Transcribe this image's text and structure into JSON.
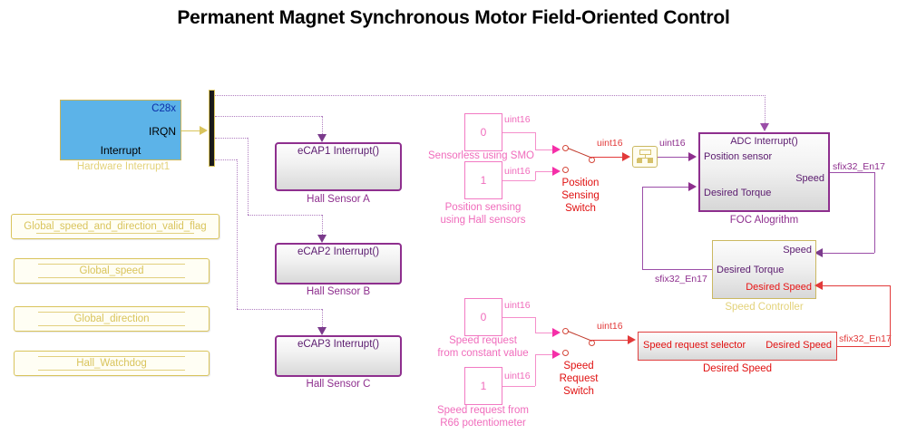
{
  "title": "Permanent Magnet Synchronous Motor Field-Oriented Control",
  "hardware_interrupt": {
    "chip_label": "C28x",
    "output_port": "IRQN",
    "block_text": "Interrupt",
    "caption": "Hardware Interrupt1"
  },
  "data_stores": [
    {
      "name": "Global_speed_and_direction_valid_flag"
    },
    {
      "name": "Global_speed"
    },
    {
      "name": "Global_direction"
    },
    {
      "name": "Hall_Watchdog"
    }
  ],
  "hall_subsystems": [
    {
      "port": "eCAP1 Interrupt()",
      "caption": "Hall Sensor A"
    },
    {
      "port": "eCAP2 Interrupt()",
      "caption": "Hall Sensor B"
    },
    {
      "port": "eCAP3 Interrupt()",
      "caption": "Hall Sensor C"
    }
  ],
  "position_branch": {
    "const_top_value": "0",
    "const_top_caption_line1": "Sensorless using SMO",
    "const_bottom_value": "1",
    "const_bottom_caption_line1": "Position sensing",
    "const_bottom_caption_line2": "using Hall sensors",
    "switch_label_line1": "Position",
    "switch_label_line2": "Sensing",
    "switch_label_line3": "Switch",
    "sig_const_top": "uint16",
    "sig_const_bottom": "uint16",
    "sig_switch_out": "uint16",
    "sig_var_out": "uint16"
  },
  "foc": {
    "port_top": "ADC Interrupt()",
    "port_in1": "Position sensor",
    "port_in2": "Desired Torque",
    "port_out": "Speed",
    "caption": "FOC Alogrithm",
    "sig_out": "sfix32_En17"
  },
  "speed_controller": {
    "port_speed": "Speed",
    "port_desired_torque": "Desired Torque",
    "port_desired_speed": "Desired Speed",
    "caption": "Speed Controller",
    "sig_torque": "sfix32_En17"
  },
  "desired_speed": {
    "port_in": "Speed request selector",
    "port_out": "Desired Speed",
    "caption": "Desired Speed",
    "sig_out": "sfix32_En17"
  },
  "speed_branch": {
    "const_top_value": "0",
    "const_top_caption_line1": "Speed request",
    "const_top_caption_line2": "from constant value",
    "const_bottom_value": "1",
    "const_bottom_caption_line1": "Speed request from",
    "const_bottom_caption_line2": "R66 potentiometer",
    "switch_label_line1": "Speed",
    "switch_label_line2": "Request",
    "switch_label_line3": "Switch",
    "sig_const_top": "uint16",
    "sig_const_bottom": "uint16",
    "sig_switch_out": "uint16"
  },
  "colors": {
    "hw_interrupt_fill": "#5cb3e8",
    "gold": "#d9c45c",
    "purple": "#8e2f8e",
    "pink": "#f06cbc",
    "red": "#e01010",
    "interrupt_dotted": "#b07ec0"
  }
}
